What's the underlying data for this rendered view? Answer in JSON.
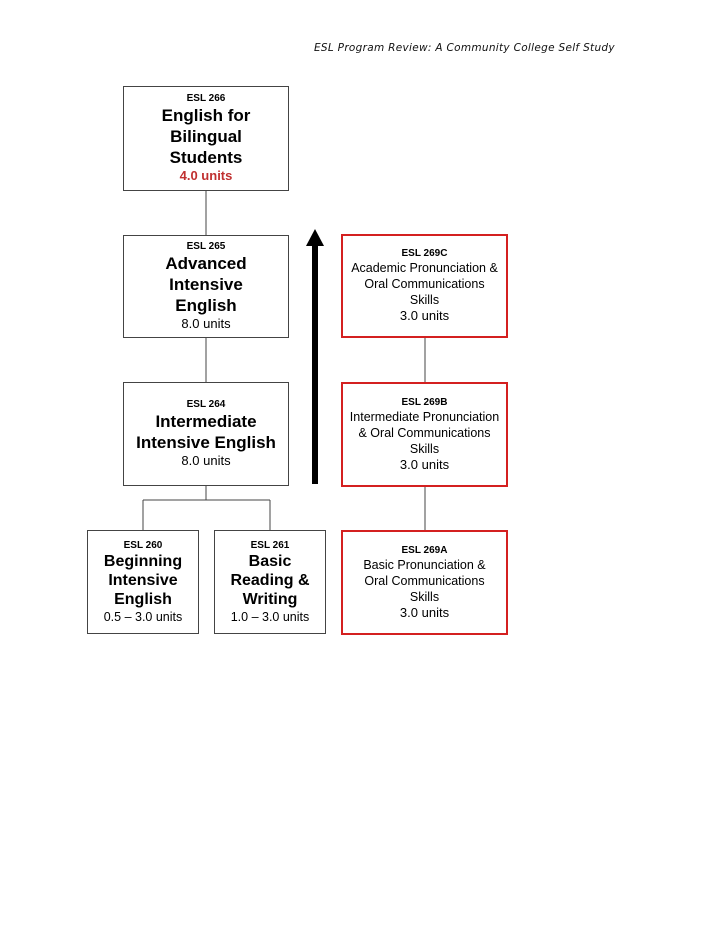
{
  "header": {
    "title": "ESL Program Review: A Community College Self Study"
  },
  "colors": {
    "red_border": "#d42020",
    "red_units": "#c03030",
    "line": "#444444"
  },
  "courses": {
    "esl266": {
      "code": "ESL 266",
      "title": "English for Bilingual Students",
      "units": "4.0 units"
    },
    "esl265": {
      "code": "ESL 265",
      "title": "Advanced Intensive English",
      "units": "8.0 units"
    },
    "esl264": {
      "code": "ESL 264",
      "title": "Intermediate Intensive English",
      "units": "8.0 units"
    },
    "esl260": {
      "code": "ESL 260",
      "title": "Beginning Intensive English",
      "units": "0.5 – 3.0 units"
    },
    "esl261": {
      "code": "ESL 261",
      "title": "Basic Reading & Writing",
      "units": "1.0 – 3.0 units"
    },
    "esl269c": {
      "code": "ESL 269C",
      "title": "Academic Pronunciation & Oral Communications Skills",
      "units": "3.0 units"
    },
    "esl269b": {
      "code": "ESL 269B",
      "title": "Intermediate Pronunciation & Oral Communications Skills",
      "units": "3.0 units"
    },
    "esl269a": {
      "code": "ESL 269A",
      "title": "Basic Pronunciation & Oral Communications Skills",
      "units": "3.0 units"
    }
  }
}
